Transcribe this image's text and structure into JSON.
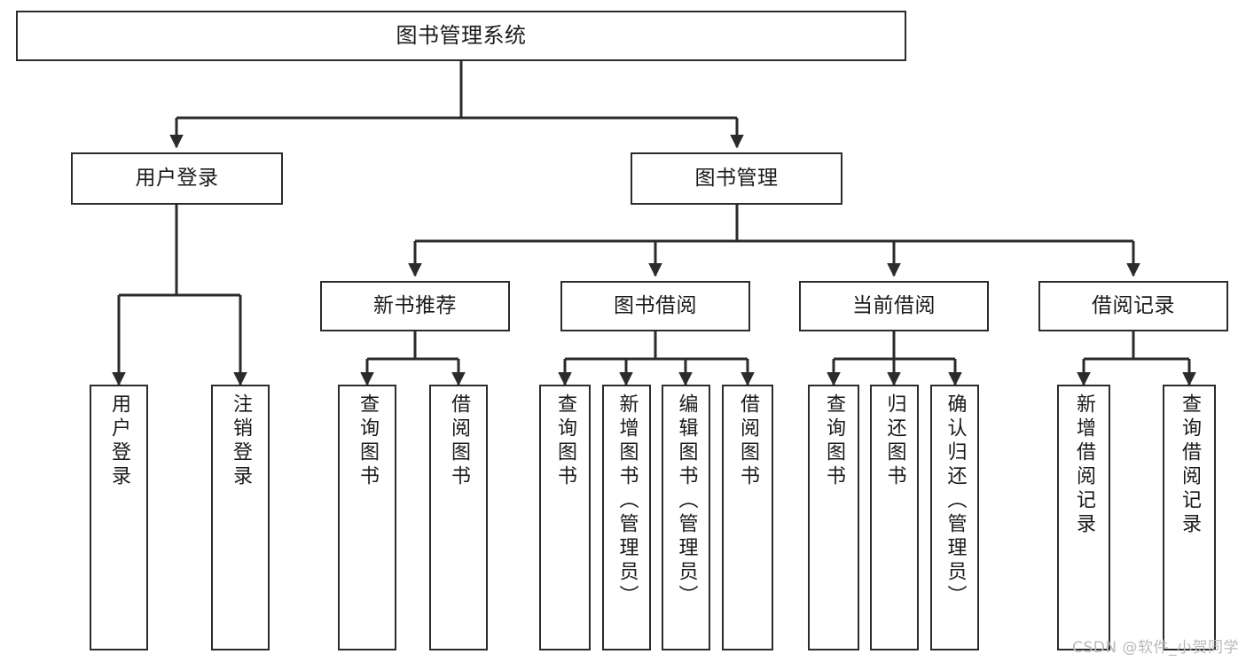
{
  "diagram": {
    "title": "图书管理系统",
    "type": "functional-structure-tree",
    "root": {
      "label": "图书管理系统"
    },
    "level1": [
      {
        "id": "user-login",
        "label": "用户登录"
      },
      {
        "id": "book-management",
        "label": "图书管理"
      }
    ],
    "level2": [
      {
        "id": "new-book-recommend",
        "label": "新书推荐",
        "parent": "book-management"
      },
      {
        "id": "book-borrow",
        "label": "图书借阅",
        "parent": "book-management"
      },
      {
        "id": "current-borrow",
        "label": "当前借阅",
        "parent": "book-management"
      },
      {
        "id": "borrow-record",
        "label": "借阅记录",
        "parent": "book-management"
      }
    ],
    "leaves": {
      "user_login": [
        {
          "id": "leaf-user-login",
          "label": "用户登录"
        },
        {
          "id": "leaf-user-logout",
          "label": "注销登录"
        }
      ],
      "new_book_recommend": [
        {
          "id": "leaf-query-book-1",
          "label": "查询图书"
        },
        {
          "id": "leaf-borrow-book-1",
          "label": "借阅图书"
        }
      ],
      "book_borrow": [
        {
          "id": "leaf-query-book-2",
          "label": "查询图书"
        },
        {
          "id": "leaf-add-book",
          "label": "新增图书（管理员）"
        },
        {
          "id": "leaf-edit-book",
          "label": "编辑图书（管理员）"
        },
        {
          "id": "leaf-borrow-book-2",
          "label": "借阅图书"
        }
      ],
      "current_borrow": [
        {
          "id": "leaf-query-book-3",
          "label": "查询图书"
        },
        {
          "id": "leaf-return-book",
          "label": "归还图书"
        },
        {
          "id": "leaf-confirm-return",
          "label": "确认归还（管理员）"
        }
      ],
      "borrow_record": [
        {
          "id": "leaf-add-record",
          "label": "新增借阅记录"
        },
        {
          "id": "leaf-query-record",
          "label": "查询借阅记录"
        }
      ]
    }
  },
  "watermark": {
    "text": "CSDN @软件_小贺同学"
  },
  "colors": {
    "background": "#ffffff",
    "box_fill": "#ffffff",
    "box_stroke": "#2b2b2b",
    "connector": "#2b2b2b",
    "text": "#1a1a1a",
    "watermark": "#b9b9b9"
  }
}
